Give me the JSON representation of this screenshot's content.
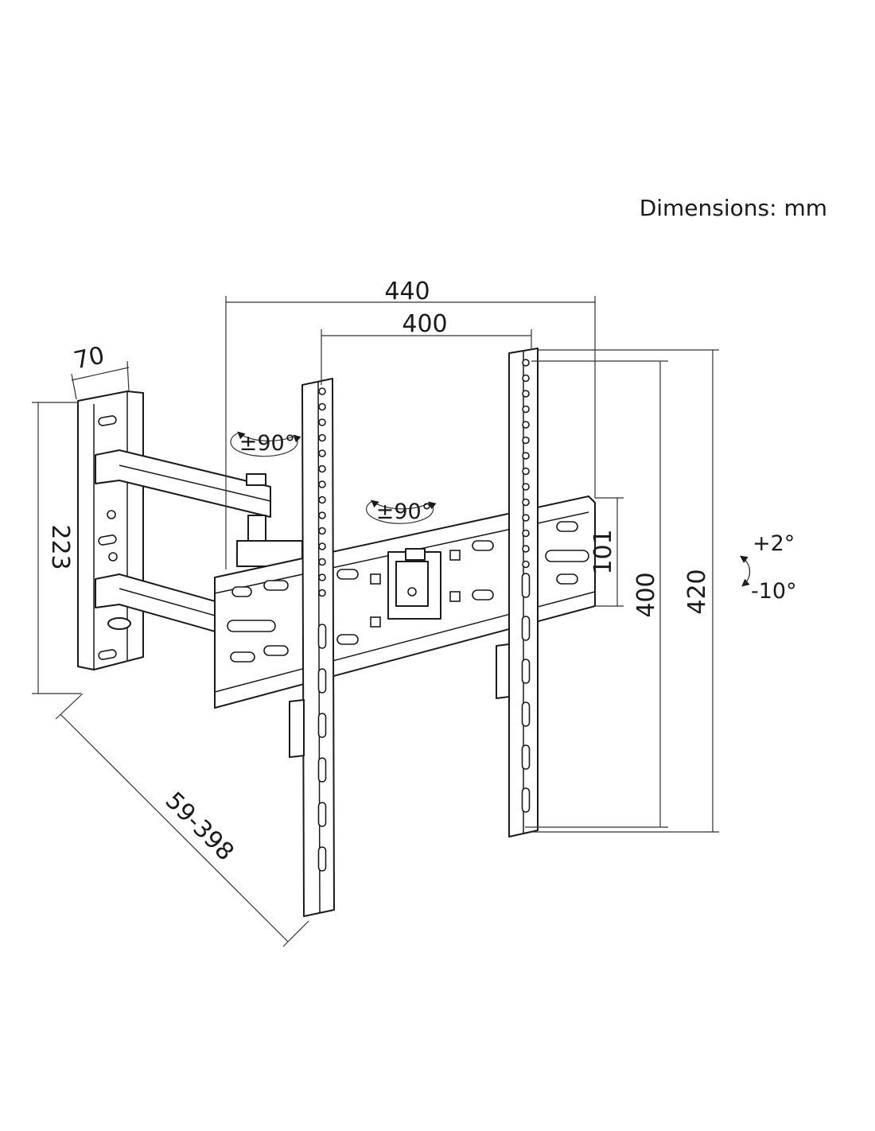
{
  "units_note": "Dimensions: mm",
  "dimensions": {
    "overall_width": "440",
    "vesa_width": "400",
    "wall_plate_width": "70",
    "wall_plate_height": "223",
    "extension": "59-398",
    "arm_plate_height": "101",
    "vesa_height": "400",
    "overall_height": "420"
  },
  "rotations": {
    "arm_swivel": "±90°",
    "plate_rotation": "±90°",
    "tilt_up": "+2°",
    "tilt_down": "-10°"
  },
  "icons": [
    "rotation-arrow-icon",
    "tilt-arc-icon"
  ],
  "colors": {
    "line": "#1a1a1a",
    "background": "#ffffff"
  }
}
